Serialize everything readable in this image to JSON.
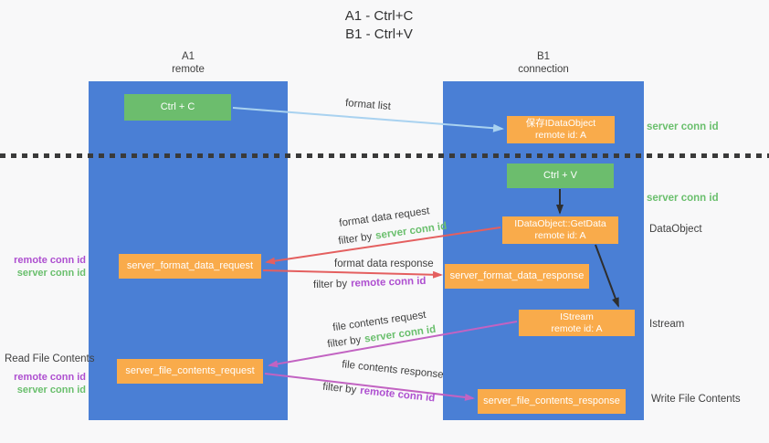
{
  "title": {
    "line1": "A1 - Ctrl+C",
    "line2": "B1 - Ctrl+V"
  },
  "lanes": {
    "a1": {
      "name": "A1",
      "subtitle": "remote"
    },
    "b1": {
      "name": "B1",
      "subtitle": "connection"
    }
  },
  "nodes": {
    "ctrl_c": {
      "label": "Ctrl + C"
    },
    "ctrl_v": {
      "label": "Ctrl + V"
    },
    "save_idataobject": {
      "line1": "保存IDataObject",
      "line2": "remote id: A"
    },
    "getdata": {
      "line1": "IDataObject::GetData",
      "line2": "remote id: A"
    },
    "istream": {
      "line1": "IStream",
      "line2": "remote id: A"
    },
    "server_format_data_request": {
      "label": "server_format_data_request"
    },
    "server_format_data_response": {
      "label": "server_format_data_response"
    },
    "server_file_contents_request": {
      "label": "server_file_contents_request"
    },
    "server_file_contents_response": {
      "label": "server_file_contents_response"
    }
  },
  "flow_labels": {
    "format_list": "format list",
    "format_data_request": "format data request",
    "format_data_response": "format data response",
    "file_contents_request": "file contents request",
    "file_contents_response": "file contents response",
    "filter_by": "filter by",
    "server_conn_id": "server conn id",
    "remote_conn_id": "remote conn id"
  },
  "side_labels": {
    "dataobject": "DataObject",
    "istream": "Istream",
    "read_file_contents": "Read File Contents",
    "write_file_contents": "Write File Contents"
  },
  "colors": {
    "lane_blue": "#4a7fd5",
    "node_green": "#6cbd6d",
    "node_orange": "#f9ab4b",
    "arrow_red": "#e45f5f",
    "arrow_magenta": "#c263c2",
    "arrow_blue": "#a9d2f0",
    "arrow_black": "#2e2e2e",
    "text_green": "#6abf6d",
    "text_purple": "#ae4fd0",
    "text_dark": "#3f3f3f",
    "background": "#f8f8f9",
    "divider": "#3a3a3a"
  }
}
